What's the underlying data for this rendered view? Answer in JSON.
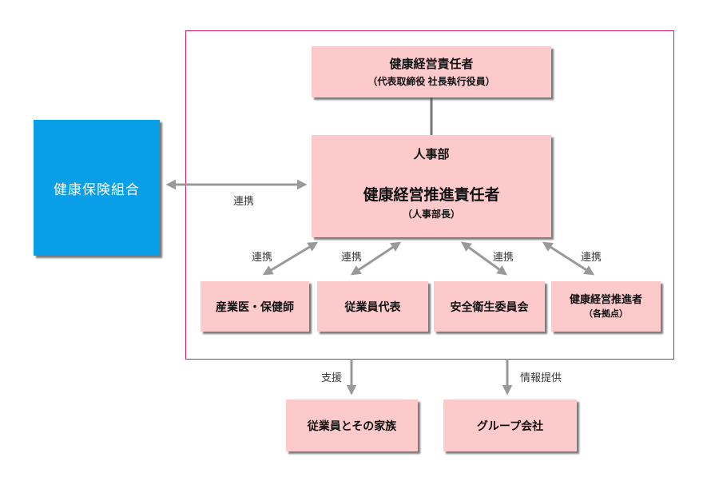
{
  "diagram": {
    "colors": {
      "group_border": "#d81b56",
      "arrow_gray": "#999999",
      "node_pink": "#fdcacb",
      "node_blue": "#089fe8"
    },
    "nodes": {
      "insurance_union": {
        "label": "健康保険組合"
      },
      "chief_officer": {
        "title": "健康経営責任者",
        "subtitle": "（代表取締役 社長執行役員）"
      },
      "hr_department": {
        "dept": "人事部",
        "title": "健康経営推進責任者",
        "subtitle": "（人事部長）"
      },
      "occupational_physician": {
        "label": "産業医・保健師"
      },
      "employee_representatives": {
        "label": "従業員代表"
      },
      "safety_hygiene_committee": {
        "label": "安全衛生委員会"
      },
      "site_promoters": {
        "label": "健康経営推進者",
        "subtitle": "（各拠点）"
      },
      "employees_and_families": {
        "label": "従業員とその家族"
      },
      "group_companies": {
        "label": "グループ会社"
      }
    },
    "connection_labels": {
      "cooperation": "連携",
      "support": "支援",
      "information_provision": "情報提供"
    }
  }
}
